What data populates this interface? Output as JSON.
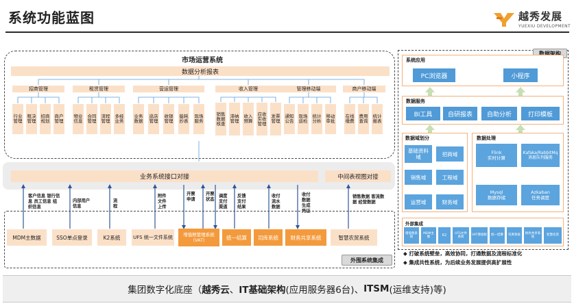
{
  "header": {
    "title": "系统功能蓝图",
    "logo_cn": "越秀发展",
    "logo_en": "YUEXIU DEVELOPMENT"
  },
  "market": {
    "title": "市场运营系统",
    "analysis": "数据分析报表",
    "modules": [
      {
        "name": "招商管理",
        "items": [
          "行业管理",
          "租决管理",
          "招商规划",
          "商户管理"
        ]
      },
      {
        "name": "租赁管理",
        "items": [
          "物业信息",
          "合同管理",
          "流程管理",
          "多经业务"
        ]
      },
      {
        "name": "营运管理",
        "items": [
          "业务数据",
          "巡店管理",
          "收银管理",
          "能耗抄表",
          "现场服务"
        ]
      },
      {
        "name": "收入管理",
        "items": [
          "销售数据核查",
          "滞纳管理",
          "收入预算",
          "应收实收管理",
          "发票管理"
        ]
      },
      {
        "name": "管理移动端",
        "items": [
          "通知公告",
          "现场巡检",
          "统计分析",
          "移动审批"
        ]
      },
      {
        "name": "商户移动端",
        "items": [
          "在线缴费",
          "费用查询",
          "统计报表"
        ]
      }
    ]
  },
  "interface": {
    "main": "业务系统接口对接",
    "side": "中间表视图对接"
  },
  "flows": [
    {
      "label": "客户信息 银行信息 员工信息 组织信息"
    },
    {
      "label": "内部用户 信息"
    },
    {
      "label": "流程"
    },
    {
      "label": "附件 文件 上传"
    },
    {
      "label": "开票申请"
    },
    {
      "label": "开票状态"
    },
    {
      "label": "调度 支付 渠道"
    },
    {
      "label": "反馈 支付 结果"
    },
    {
      "label": "收付 流水 数据"
    },
    {
      "label": "收付 数据 生成 凭证"
    },
    {
      "label": "销售数据 客流数据 经营数据"
    }
  ],
  "external": {
    "tag": "外围系统集成",
    "systems": [
      "MDM主数据",
      "SSO单点登录",
      "K2系统",
      "UFS 统一文件系统",
      "增值税管理系统（VAT）",
      "统一结算",
      "司库系统",
      "财务共享系统",
      "智慧农贸系统"
    ]
  },
  "right": {
    "arch_tag": "数据架构",
    "app": {
      "label": "系统应用",
      "items": [
        "PC浏览器",
        "小程序"
      ]
    },
    "service": {
      "label": "数据服务",
      "items": [
        "BI工具",
        "自研报表",
        "自助分析",
        "打印模板"
      ]
    },
    "domain": {
      "label": "数据域划分",
      "items": [
        "基础资料域",
        "招商域",
        "销售域",
        "工程域",
        "运营域",
        "财务域"
      ]
    },
    "process": {
      "label": "数据处理",
      "items": [
        "Flink\n实时计算",
        "Kafaka/RabbitMq\n消息队列服务",
        "Mysql\n数据存储",
        "Azkaban\n任务调度"
      ]
    },
    "ext": {
      "label": "外部集成",
      "items": [
        "增值税系统",
        "MDM主数",
        "K2",
        "UFS文件系统",
        "VAT增值税",
        "统一结算",
        "司库系统",
        "财务共享系统",
        "智慧农贸"
      ]
    }
  },
  "bullets": [
    "打破系统壁垒，高效协同，打通数据及流程标准化",
    "集成共性系统，为后续业务发展提供高扩展性"
  ],
  "bottom": {
    "pre": "集团数字化底座（",
    "b1": "越秀云",
    "mid1": "、",
    "b2": "IT基础架构",
    "mid2": "(应用服务器6台)、",
    "b3": "ITSM",
    "post": "(运维支持)等)"
  },
  "colors": {
    "orange": "#f39a3c",
    "peach": "#fbe0c8",
    "blue": "#4f9ad7",
    "green_arrow": "#c5e0b4"
  }
}
